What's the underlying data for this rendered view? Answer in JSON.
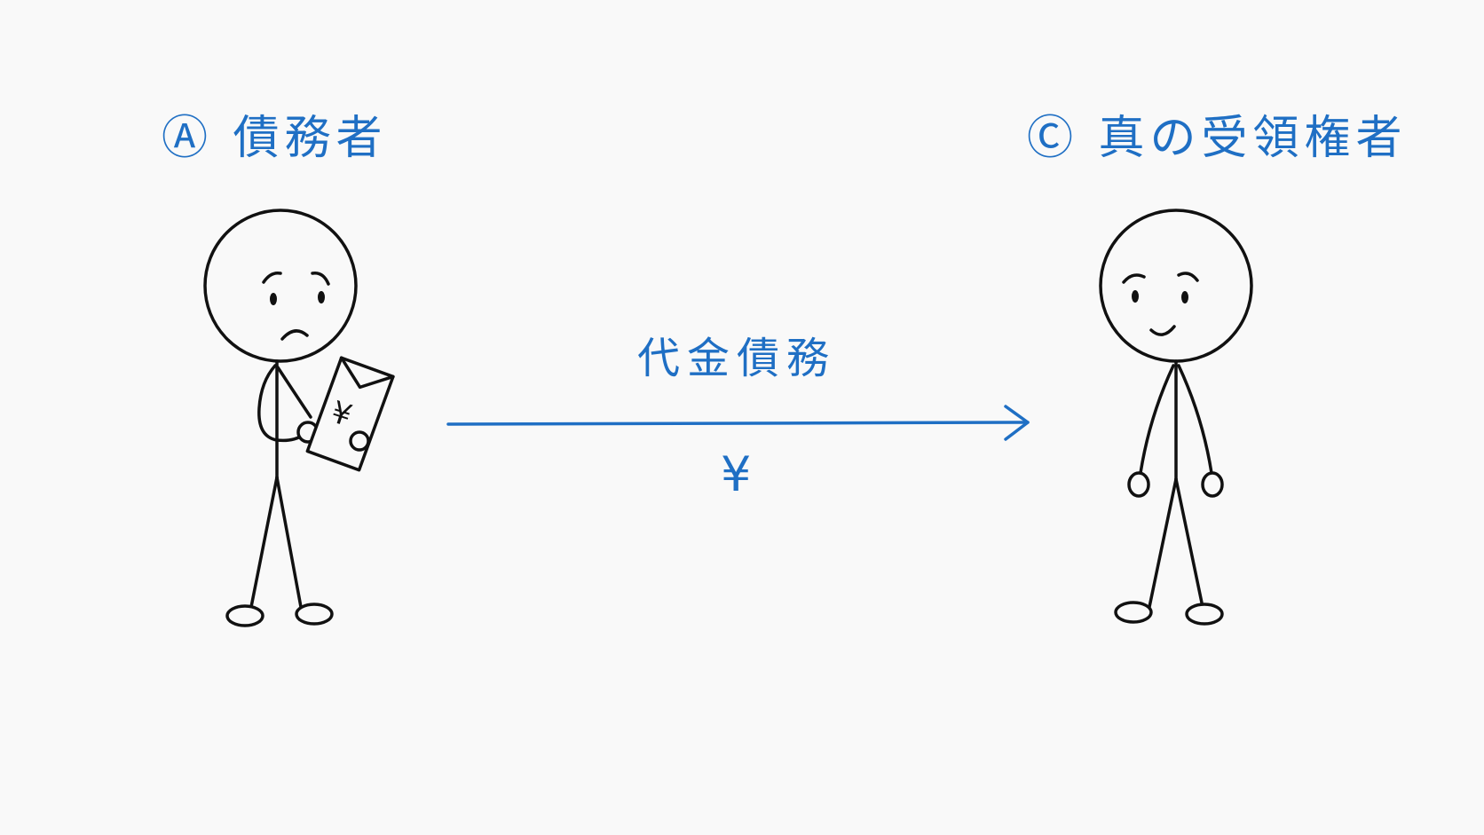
{
  "labels": {
    "debtor": "Ⓐ 債務者",
    "true_receiver": "Ⓒ 真の受領権者",
    "obligation": "代金債務",
    "yen": "¥",
    "envelope_mark": "¥"
  },
  "colors": {
    "accent": "#1f6fc4",
    "ink": "#111111",
    "background": "#f9f9f9"
  },
  "figures": {
    "debtor": {
      "expression": "worried",
      "holding": "envelope-with-yen"
    },
    "true_receiver": {
      "expression": "smiling"
    }
  }
}
